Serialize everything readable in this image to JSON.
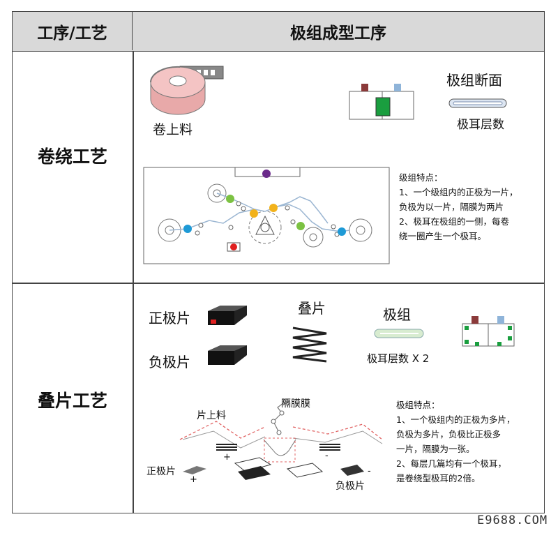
{
  "header": {
    "left": "工序/工艺",
    "right": "极组成型工序"
  },
  "rows": {
    "winding": {
      "label": "卷绕工艺",
      "roll_label": "卷上料",
      "section_title": "极组断面",
      "tab_layers": "极耳层数",
      "notes": [
        "级组特点：",
        "1、一个级组内的正极为一片，",
        "负极为以一片，隔膜为两片",
        "2、极耳在极组的一侧，每卷",
        "绕一圈产生一个极耳。"
      ]
    },
    "stacking": {
      "label": "叠片工艺",
      "cathode": "正极片",
      "anode": "负极片",
      "stack": "叠片",
      "group": "极组",
      "tab_layers": "极耳层数 X 2",
      "separator": "隔膜膜",
      "feed": "片上料",
      "cathode_small": "正极片",
      "anode_small": "负极片",
      "plus": "+",
      "minus": "-",
      "notes": [
        "极组特点：",
        "1、一个极组内的正极为多片，",
        "负极为多片，负极比正极多",
        "一片，隔膜为一张。",
        "2、每层几篇均有一个极耳，",
        "是卷绕型极耳的2倍。"
      ]
    }
  },
  "watermark": "E9688.COM",
  "colors": {
    "header_bg": "#d9d9d9",
    "roll_pink": "#f2b8b8",
    "tab_green": "#1a9e3f",
    "tab_red": "#8b3a3a",
    "tab_blue": "#8fb4d9",
    "roller_purple": "#6a2a8a",
    "roller_green": "#7cc242",
    "roller_orange": "#f2b21b",
    "roller_blue": "#1e9ad6",
    "roller_red": "#e02020",
    "dash_red": "#e06060"
  }
}
